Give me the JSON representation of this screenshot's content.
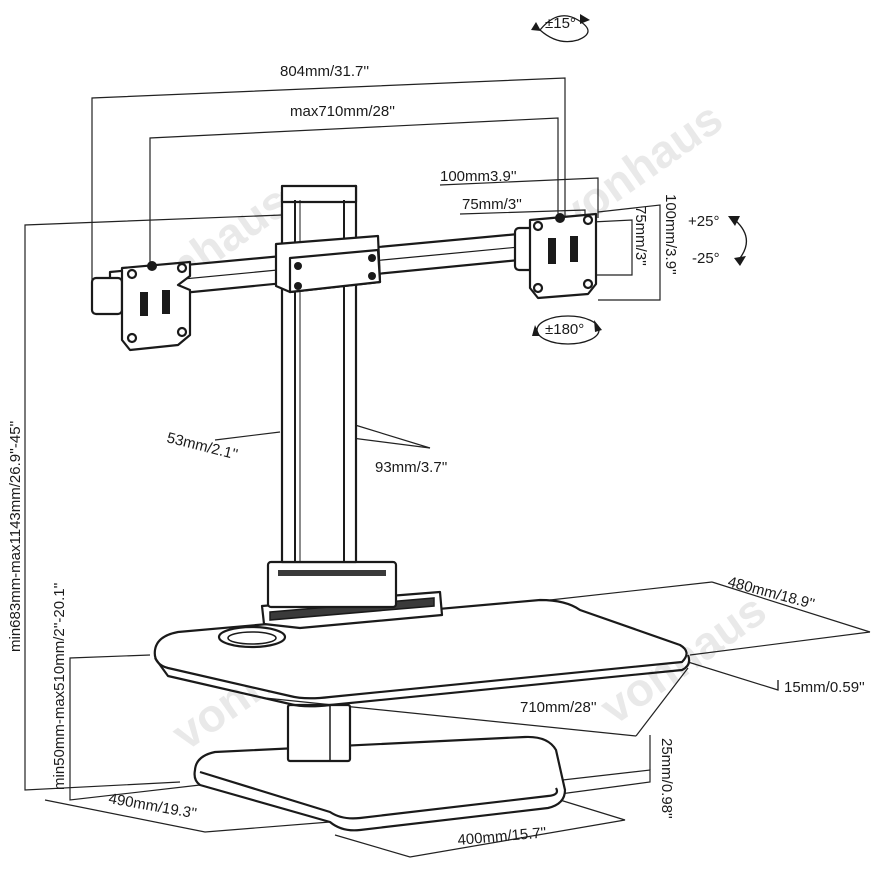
{
  "watermark": "vonhaus",
  "rotation": {
    "tilt_pos": "+25°",
    "tilt_neg": "-25°",
    "swivel": "±15°",
    "rotate": "±180°"
  },
  "dimensions": {
    "arm_total_width": "804mm/31.7''",
    "arm_max_vesa_span": "max710mm/28''",
    "vesa_100_horizontal": "100mm3.9''",
    "vesa_75_horizontal": "75mm/3''",
    "vesa_100_vertical": "100mm/3.9''",
    "vesa_75_vertical": "75mm/3''",
    "pole_depth": "53mm/2.1''",
    "pole_width": "93mm/3.7''",
    "overall_height_range": "min683mm-max1143mm/26.9''-45''",
    "lift_range": "min50mm-max510mm/2''-20.1''",
    "desk_depth": "480mm/18.9''",
    "desk_thickness": "15mm/0.59''",
    "desk_width": "710mm/28''",
    "base_thickness": "25mm/0.98''",
    "base_depth": "490mm/19.3''",
    "base_width": "400mm/15.7''"
  }
}
